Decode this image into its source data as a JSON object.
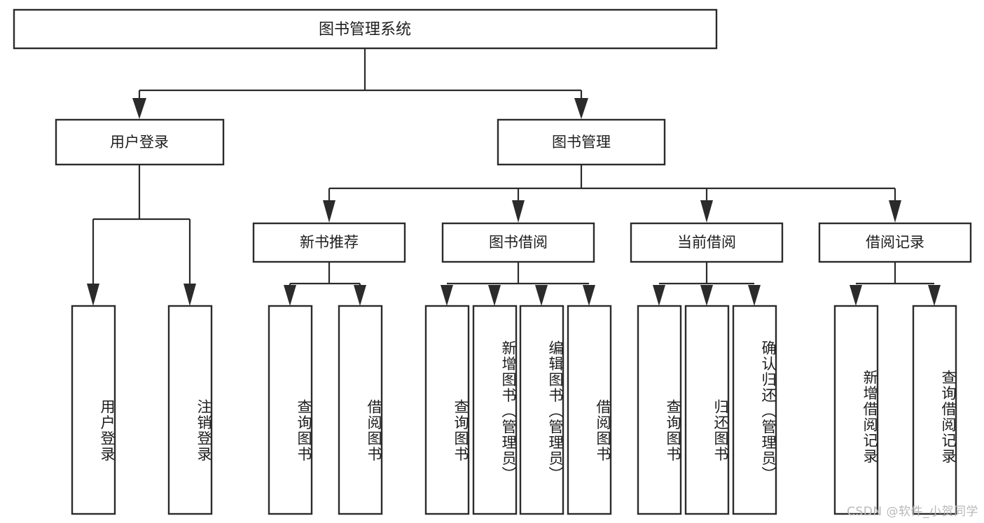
{
  "diagram": {
    "type": "tree-hierarchy",
    "title_node": {
      "id": "root",
      "label": "图书管理系统"
    },
    "level1": [
      {
        "id": "login",
        "label": "用户登录"
      },
      {
        "id": "bookmgmt",
        "label": "图书管理"
      }
    ],
    "level2": [
      {
        "id": "newbook",
        "label": "新书推荐",
        "parent": "bookmgmt"
      },
      {
        "id": "borrow",
        "label": "图书借阅",
        "parent": "bookmgmt"
      },
      {
        "id": "current",
        "label": "当前借阅",
        "parent": "bookmgmt"
      },
      {
        "id": "record",
        "label": "借阅记录",
        "parent": "bookmgmt"
      }
    ],
    "leaves": [
      {
        "id": "leaf-1",
        "label": "用户登录",
        "parent": "login"
      },
      {
        "id": "leaf-2",
        "label": "注销登录",
        "parent": "login"
      },
      {
        "id": "leaf-3",
        "label": "查询图书",
        "parent": "newbook"
      },
      {
        "id": "leaf-4",
        "label": "借阅图书",
        "parent": "newbook"
      },
      {
        "id": "leaf-5",
        "label": "查询图书",
        "parent": "borrow"
      },
      {
        "id": "leaf-6",
        "label": "新增图书（管理员）",
        "parent": "borrow"
      },
      {
        "id": "leaf-7",
        "label": "编辑图书（管理员）",
        "parent": "borrow"
      },
      {
        "id": "leaf-8",
        "label": "借阅图书",
        "parent": "borrow"
      },
      {
        "id": "leaf-9",
        "label": "查询图书",
        "parent": "current"
      },
      {
        "id": "leaf-10",
        "label": "归还图书",
        "parent": "current"
      },
      {
        "id": "leaf-11",
        "label": "确认归还（管理员）",
        "parent": "current"
      },
      {
        "id": "leaf-12",
        "label": "新增借阅记录",
        "parent": "record"
      },
      {
        "id": "leaf-13",
        "label": "查询借阅记录",
        "parent": "record"
      }
    ],
    "colors": {
      "stroke": "#2b2b2b",
      "fill": "#ffffff",
      "text": "#1d1d1d",
      "watermark": "#b9b9b9",
      "background": "#ffffff"
    }
  },
  "watermark": {
    "text": "CSDN @软件_小贺同学"
  }
}
